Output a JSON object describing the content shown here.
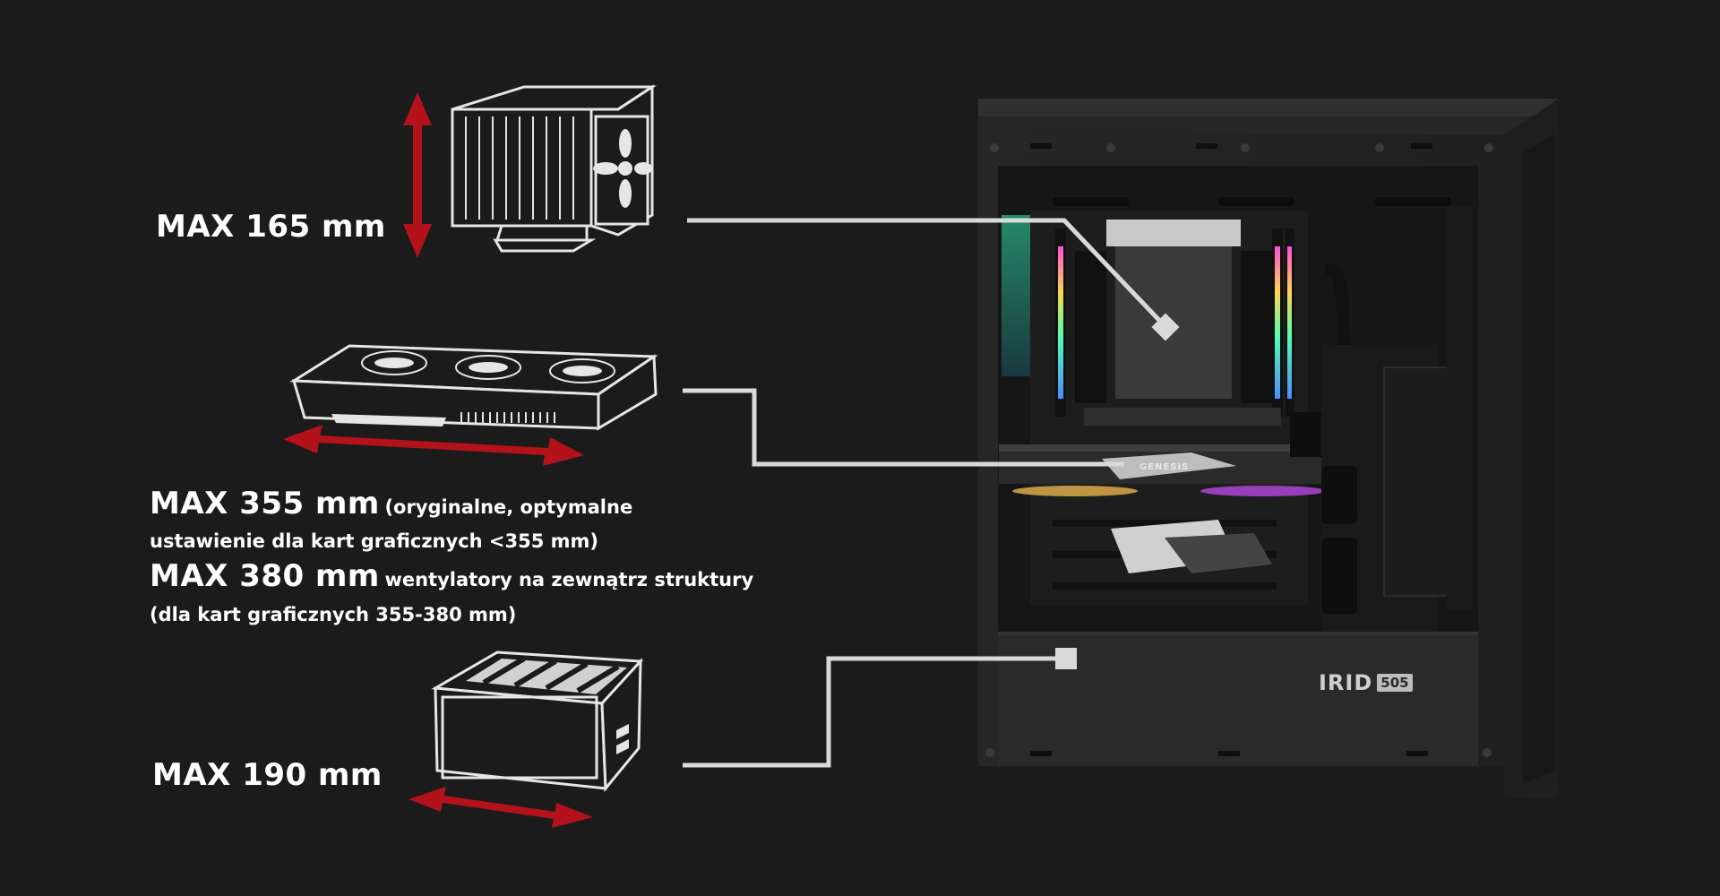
{
  "specs": {
    "cooler": {
      "label": "MAX 165 mm"
    },
    "gpu": {
      "line1_big": "MAX 355 mm",
      "line1_small": "(oryginalne, optymalne",
      "line2": "ustawienie dla kart graficznych <355 mm)",
      "line3_big": "MAX 380 mm",
      "line3_small": "wentylatory na zewnątrz struktury",
      "line4": "(dla kart graficznych 355-380 mm)"
    },
    "psu": {
      "label": "MAX 190 mm"
    }
  },
  "case": {
    "brand": "IRID",
    "model": "505",
    "gpu_brand": "GENESIS"
  },
  "colors": {
    "background": "#1b1b1b",
    "arrow_red": "#b3121b",
    "line_white": "#d9d9d9",
    "case_body": "#2b2b2b"
  },
  "icons": {
    "cooler": "cpu-cooler-icon",
    "gpu": "graphics-card-icon",
    "psu": "power-supply-icon"
  }
}
